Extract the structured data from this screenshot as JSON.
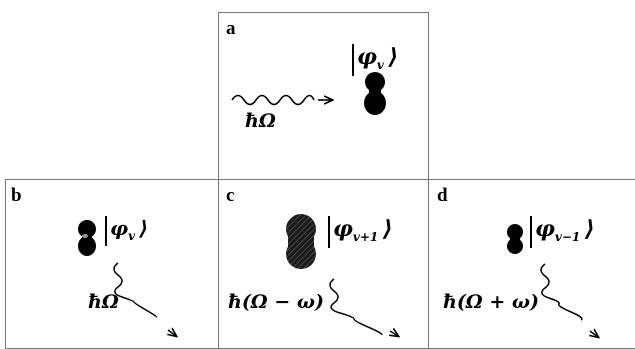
{
  "panels": [
    {
      "letter": "a",
      "ket": "φ",
      "ket_sub": "v",
      "photon": "ħΩ"
    },
    {
      "letter": "b",
      "ket": "φ",
      "ket_sub": "v",
      "photon": "ħΩ"
    },
    {
      "letter": "c",
      "ket": "φ",
      "ket_sub": "v+1",
      "photon": "ħ(Ω − ω)"
    },
    {
      "letter": "d",
      "ket": "φ",
      "ket_sub": "v−1",
      "photon": "ħ(Ω + ω)"
    }
  ]
}
